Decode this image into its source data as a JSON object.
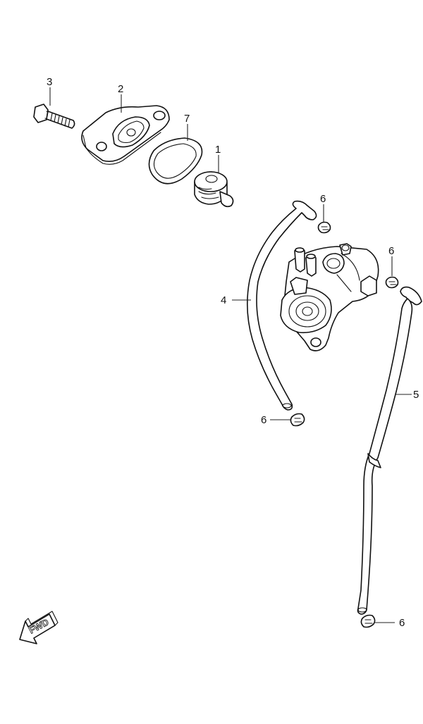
{
  "callouts": {
    "thermostat": "1",
    "thermostat_cover": "2",
    "bolt": "3",
    "hose_left": "4",
    "hose_right": "5",
    "clip_top_left": "6",
    "clip_top_right": "6",
    "clip_mid_left": "6",
    "clip_bottom": "6",
    "o_ring": "7"
  },
  "fwd_label": "FWD",
  "icons": {
    "fwd": "forward-arrow-icon"
  }
}
